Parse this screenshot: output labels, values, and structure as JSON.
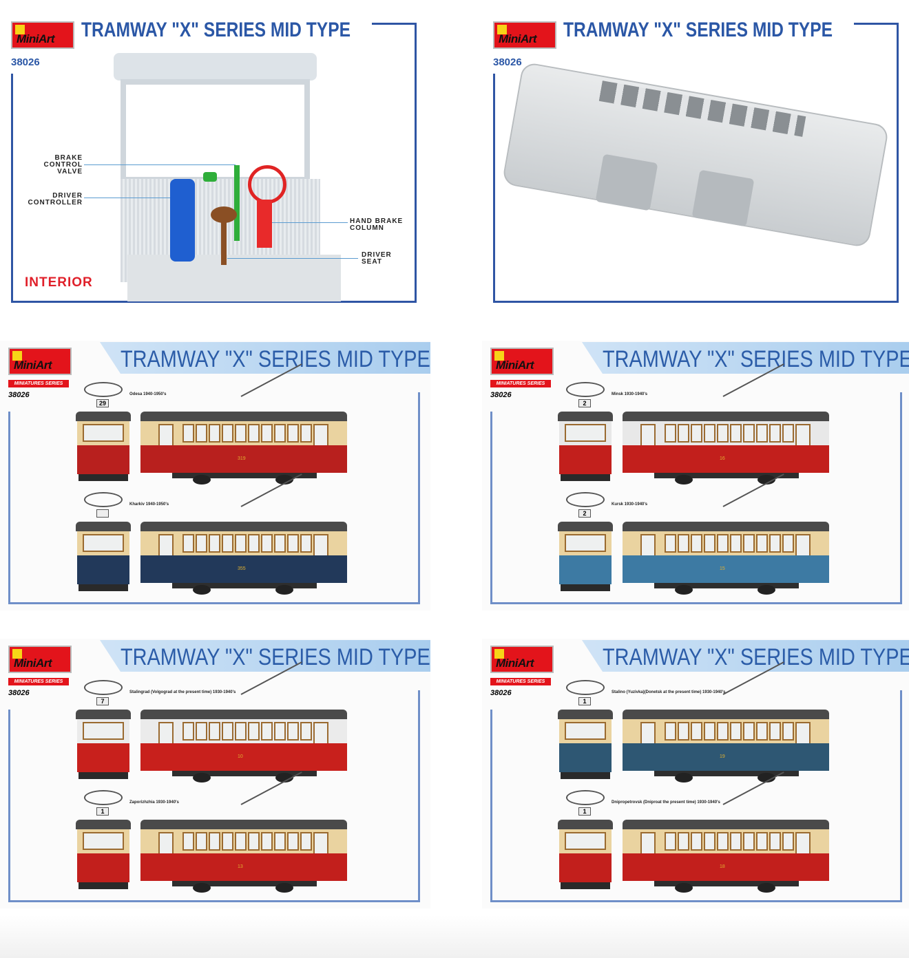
{
  "brand": "MiniArt",
  "series_label": "MINIATURES SERIES",
  "product_number": "38026",
  "title": "TRAMWAY \"X\" SERIES MID TYPE",
  "interior": {
    "heading": "INTERIOR",
    "labels": {
      "brake": "BRAKE\nCONTROL\nVALVE",
      "controller": "DRIVER\nCONTROLLER",
      "handbrake": "HAND BRAKE\nCOLUMN",
      "seat": "DRIVER\nSEAT"
    }
  },
  "profiles": [
    {
      "trams": [
        {
          "caption": "Odesa 1940-1950's",
          "number": "319",
          "upper": "#ead3a0",
          "lower": "#b8201e",
          "route": "29"
        },
        {
          "caption": "Kharkiv 1940-1950's",
          "number": "355",
          "upper": "#ead3a0",
          "lower": "#22395a",
          "route": ""
        }
      ]
    },
    {
      "trams": [
        {
          "caption": "Minsk 1930-1940's",
          "number": "16",
          "upper": "#e8e8e8",
          "lower": "#c21f1c",
          "route": "2"
        },
        {
          "caption": "Kursk 1930-1940's",
          "number": "15",
          "upper": "#ead3a0",
          "lower": "#3d7aa3",
          "route": "2"
        }
      ]
    },
    {
      "trams": [
        {
          "caption": "Stalingrad (Volgograd at the present time) 1930-1940's",
          "number": "10",
          "upper": "#ebebeb",
          "lower": "#c8201c",
          "route": "7"
        },
        {
          "caption": "Zaporizhzhia 1930-1940's",
          "number": "13",
          "upper": "#ead3a0",
          "lower": "#c21f1c",
          "route": "1"
        }
      ]
    },
    {
      "trams": [
        {
          "caption": "Stalino (Yuzivka)(Donetsk at the present time) 1930-1940's",
          "number": "19",
          "upper": "#ead3a0",
          "lower": "#2e5773",
          "route": "1"
        },
        {
          "caption": "Dnipropetrovsk (Dniproat the present time) 1930-1940's",
          "number": "18",
          "upper": "#ead3a0",
          "lower": "#c21f1c",
          "route": "1"
        }
      ]
    }
  ]
}
